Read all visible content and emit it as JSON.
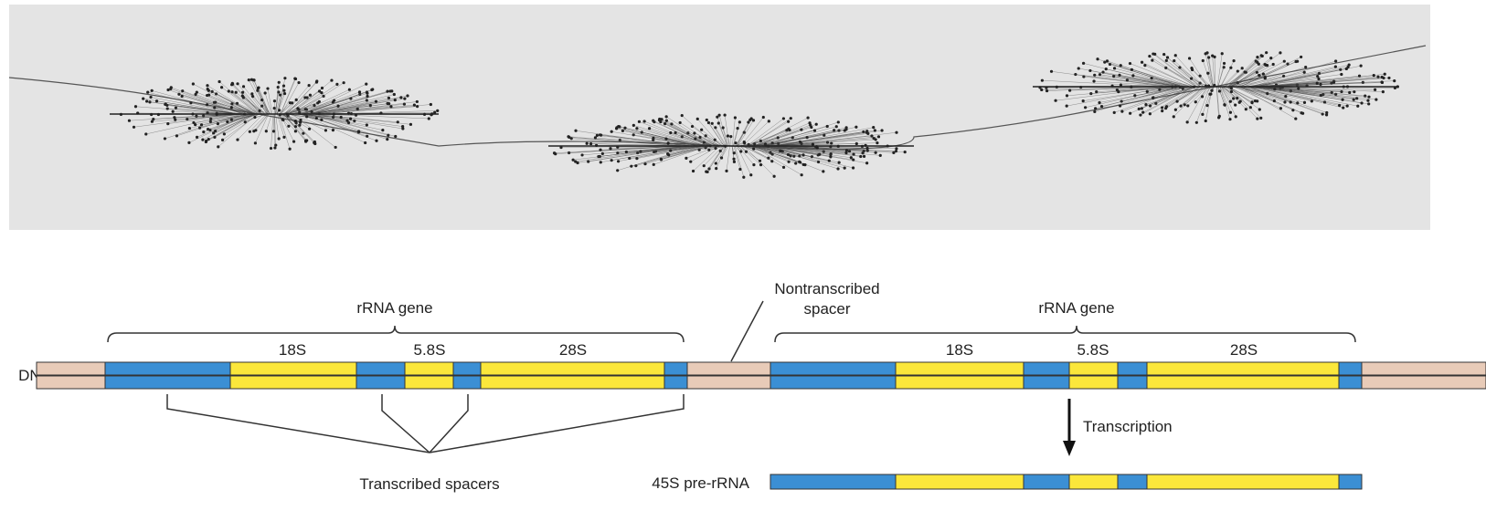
{
  "micrograph": {
    "description_label": "electron-micrograph"
  },
  "diagram": {
    "dna_label": "DNA",
    "gene_label_left": "rRNA gene",
    "gene_label_right": "rRNA gene",
    "nontranscribed_line1": "Nontranscribed",
    "nontranscribed_line2": "spacer",
    "segments": {
      "s18": "18S",
      "s58": "5.8S",
      "s28": "28S"
    },
    "transcribed_spacers": "Transcribed spacers",
    "transcription": "Transcription",
    "pre_rrna": "45S pre-rRNA"
  },
  "colors": {
    "spacer_blue": "#3b8fd4",
    "rrna_yellow": "#fbe73b",
    "nts_beige": "#e8cbb8",
    "line": "#333333"
  }
}
